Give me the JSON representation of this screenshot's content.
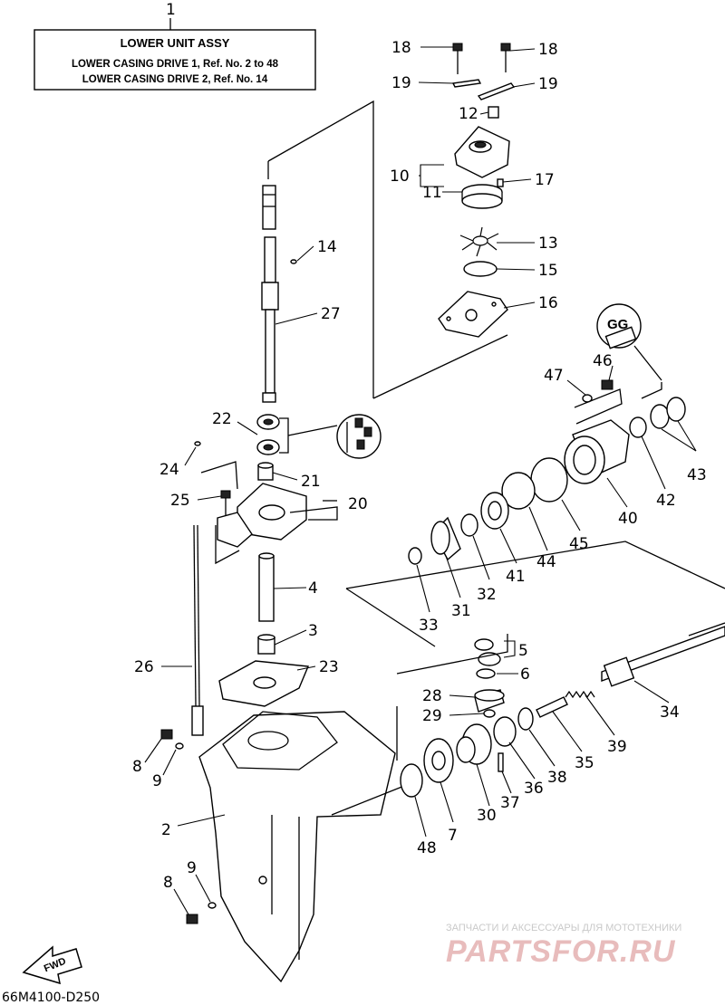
{
  "header": {
    "ref": "1",
    "title": "LOWER UNIT ASSY",
    "line1": "LOWER CASING DRIVE 1, Ref. No. 2 to 48",
    "line2": "LOWER CASING DRIVE 2, Ref. No. 14"
  },
  "parts": [
    {
      "id": "p18a",
      "label": "18"
    },
    {
      "id": "p18b",
      "label": "18"
    },
    {
      "id": "p19a",
      "label": "19"
    },
    {
      "id": "p19b",
      "label": "19"
    },
    {
      "id": "p12",
      "label": "12"
    },
    {
      "id": "p10",
      "label": "10"
    },
    {
      "id": "p11",
      "label": "11"
    },
    {
      "id": "p17",
      "label": "17"
    },
    {
      "id": "p13",
      "label": "13"
    },
    {
      "id": "p15",
      "label": "15"
    },
    {
      "id": "p16",
      "label": "16"
    },
    {
      "id": "p14",
      "label": "14"
    },
    {
      "id": "p27",
      "label": "27"
    },
    {
      "id": "p22",
      "label": "22"
    },
    {
      "id": "p24",
      "label": "24"
    },
    {
      "id": "p21",
      "label": "21"
    },
    {
      "id": "p25",
      "label": "25"
    },
    {
      "id": "p20",
      "label": "20"
    },
    {
      "id": "p4",
      "label": "4"
    },
    {
      "id": "p3",
      "label": "3"
    },
    {
      "id": "p26",
      "label": "26"
    },
    {
      "id": "p23",
      "label": "23"
    },
    {
      "id": "p8a",
      "label": "8"
    },
    {
      "id": "p9a",
      "label": "9"
    },
    {
      "id": "p2",
      "label": "2"
    },
    {
      "id": "p9b",
      "label": "9"
    },
    {
      "id": "p8b",
      "label": "8"
    },
    {
      "id": "p46",
      "label": "46"
    },
    {
      "id": "p47",
      "label": "47"
    },
    {
      "id": "p43",
      "label": "43"
    },
    {
      "id": "p42",
      "label": "42"
    },
    {
      "id": "p40",
      "label": "40"
    },
    {
      "id": "p45",
      "label": "45"
    },
    {
      "id": "p44",
      "label": "44"
    },
    {
      "id": "p41",
      "label": "41"
    },
    {
      "id": "p32",
      "label": "32"
    },
    {
      "id": "p31",
      "label": "31"
    },
    {
      "id": "p33",
      "label": "33"
    },
    {
      "id": "p5",
      "label": "5"
    },
    {
      "id": "p6",
      "label": "6"
    },
    {
      "id": "p28",
      "label": "28"
    },
    {
      "id": "p29",
      "label": "29"
    },
    {
      "id": "p34",
      "label": "34"
    },
    {
      "id": "p39",
      "label": "39"
    },
    {
      "id": "p35",
      "label": "35"
    },
    {
      "id": "p38",
      "label": "38"
    },
    {
      "id": "p36",
      "label": "36"
    },
    {
      "id": "p37",
      "label": "37"
    },
    {
      "id": "p30",
      "label": "30"
    },
    {
      "id": "p7",
      "label": "7"
    },
    {
      "id": "p48",
      "label": "48"
    }
  ],
  "grease_symbol": "GG",
  "fwd_label": "FWD",
  "diagram_code": "66M4100-D250",
  "watermark": {
    "line1": "ЗАПЧАСТИ И АКСЕССУАРЫ ДЛЯ МОТОТЕХНИКИ",
    "line2": "PARTSFOR.RU"
  }
}
